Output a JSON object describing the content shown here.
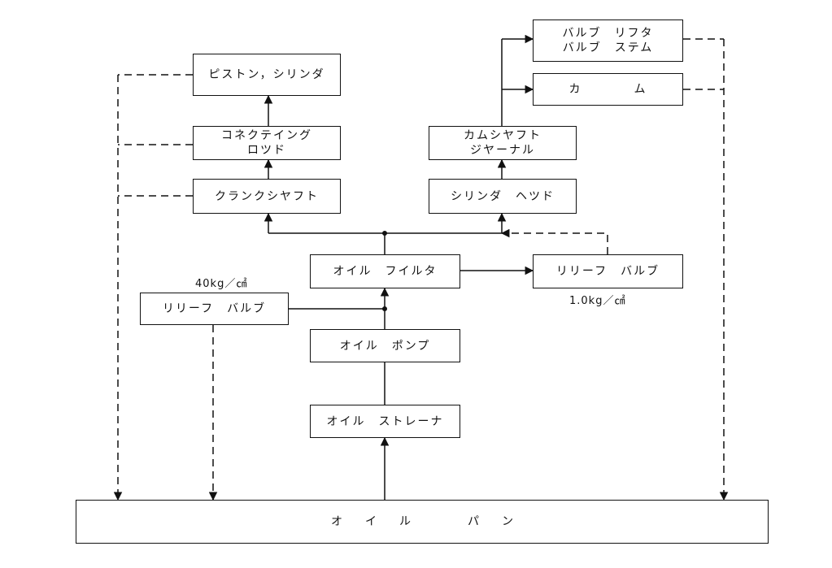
{
  "nodes": {
    "piston_cylinder": "ピストン，シリンダ",
    "connecting_rod": [
      "コネクテイング",
      "ロツド"
    ],
    "crankshaft": "クランクシヤフト",
    "valve_lifter_stem": [
      "バルブ　リフタ",
      "バルブ　ステム"
    ],
    "cam": "カ　　　　ム",
    "camshaft_journal": [
      "カムシヤフト",
      "ジヤーナル"
    ],
    "cylinder_head": "シリンダ　ヘツド",
    "oil_filter": "オイル　フイルタ",
    "relief_valve_right": "リリーフ　バルブ",
    "relief_valve_left": "リリーフ　バルブ",
    "oil_pump": "オイル　ポンプ",
    "oil_strainer": "オイル　ストレーナ",
    "oil_pan": "オ　　イ　　ル　　　　　パ　　ン"
  },
  "labels": {
    "left_relief_pressure": "40kg／㎠",
    "right_relief_pressure": "1.0kg／㎠"
  }
}
